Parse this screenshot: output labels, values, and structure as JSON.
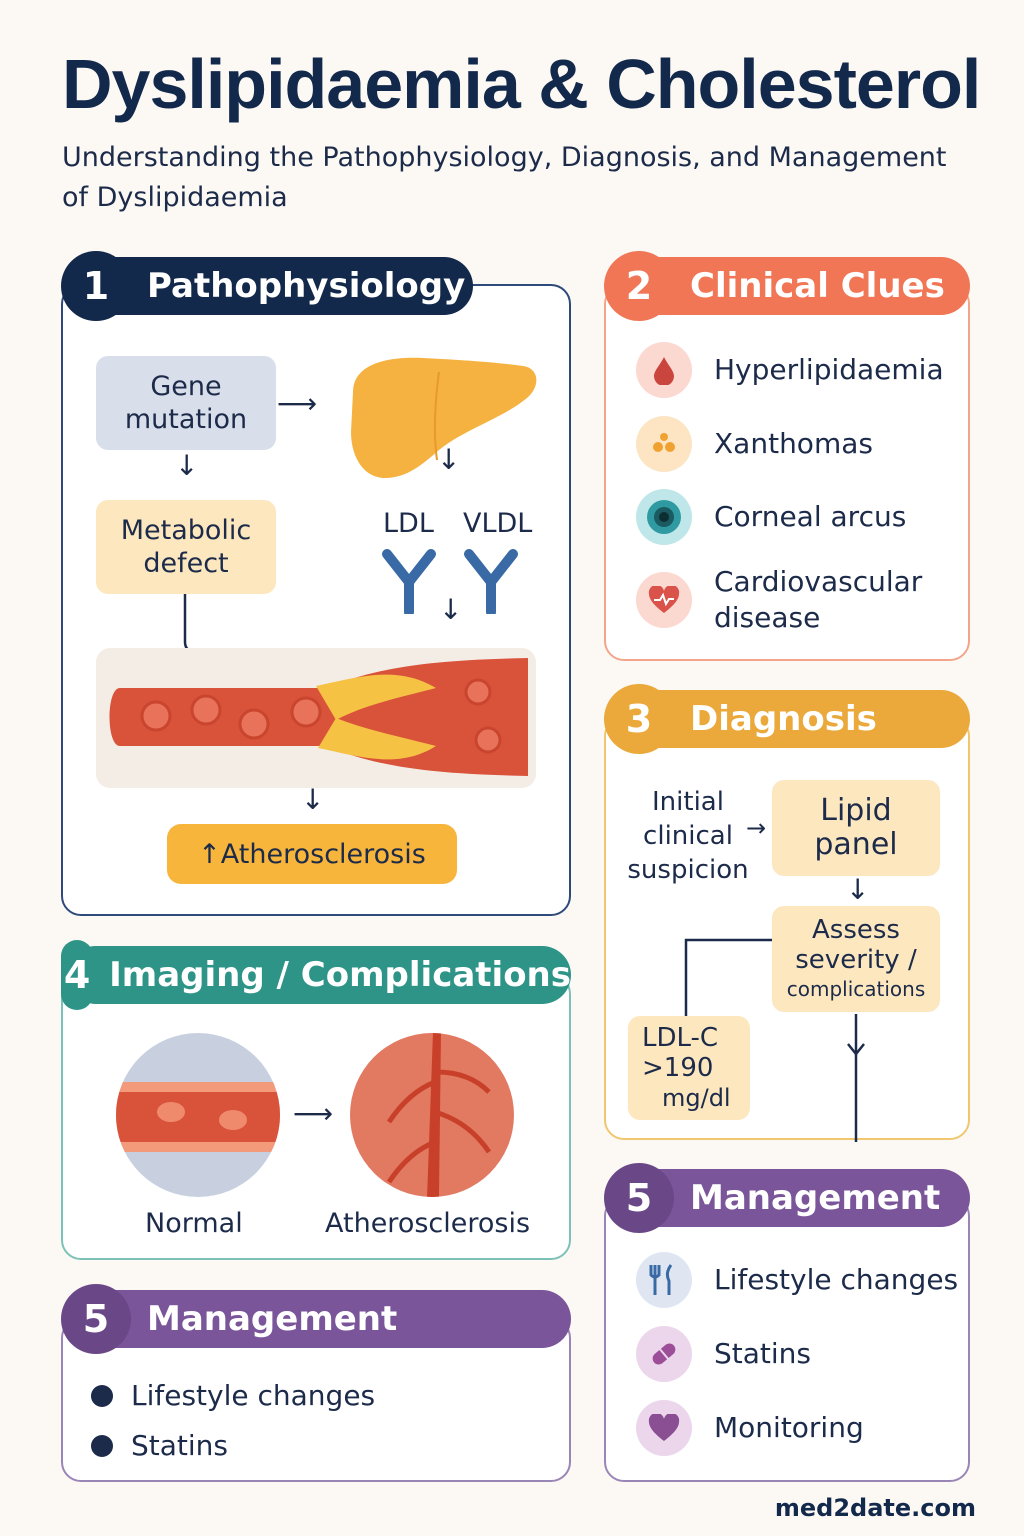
{
  "title": "Dyslipidaemia & Cholesterol",
  "subtitle": "Understanding the Pathophysiology, Diagnosis, and Management of Dyslipidaemia",
  "colors": {
    "navy": "#13294b",
    "coral": "#f07656",
    "amber": "#eaa93a",
    "teal": "#2e9488",
    "purple": "#7a5599",
    "artery": "#d9533a",
    "plaque": "#f5c244"
  },
  "sections": {
    "pathophysiology": {
      "number": "1",
      "title": "Pathophysiology",
      "gene": "Gene mutation",
      "metabolic": "Metabolic defect",
      "ldl": "LDL",
      "vldl": "VLDL",
      "outcome": "↑Atherosclerosis",
      "icons": [
        "liver-icon",
        "artery-plaque-icon",
        "lipoprotein-icon"
      ]
    },
    "clinical": {
      "number": "2",
      "title": "Clinical Clues",
      "items": [
        {
          "label": "Hyperlipidaemia",
          "icon": "blood-drop-icon"
        },
        {
          "label": "Xanthomas",
          "icon": "xanthoma-dots-icon"
        },
        {
          "label": "Corneal arcus",
          "icon": "eye-icon"
        },
        {
          "label": "Cardiovascular disease",
          "icon": "heart-icon"
        }
      ]
    },
    "diagnosis": {
      "number": "3",
      "title": "Diagnosis",
      "initial": "Initial clinical suspicion",
      "lipid": "Lipid panel",
      "assess_line1": "Assess",
      "assess_line2": "severity /",
      "assess_line3": "complications",
      "ldlc_line1": "LDL-C",
      "ldlc_line2": ">190",
      "ldlc_line3": "mg/dl"
    },
    "imaging": {
      "number": "4",
      "title": "Imaging / Complications",
      "normal": "Normal",
      "athero": "Atherosclerosis"
    },
    "management_left": {
      "number": "5",
      "title": "Management",
      "items": [
        "Lifestyle changes",
        "Statins"
      ]
    },
    "management_right": {
      "number": "5",
      "title": "Management",
      "items": [
        {
          "label": "Lifestyle changes",
          "icon": "fork-knife-icon"
        },
        {
          "label": "Statins",
          "icon": "pill-icon"
        },
        {
          "label": "Monitoring",
          "icon": "heart-icon"
        }
      ]
    }
  },
  "footer": "med2date.com"
}
